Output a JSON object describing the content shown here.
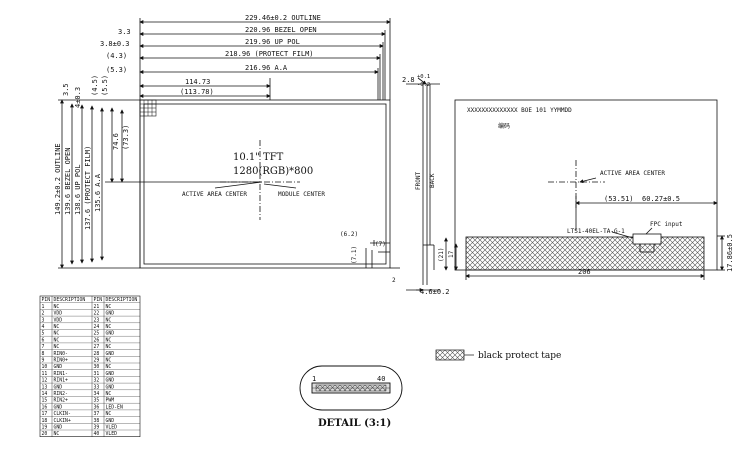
{
  "front_view": {
    "dims_top": [
      "229.46±0.2 OUTLINE",
      "220.96 BEZEL OPEN",
      "219.96 UP POL",
      "218.96 (PROTECT FILM)",
      "216.96 A.A"
    ],
    "dims_left": [
      "3.3",
      "3.8±0.3",
      "(4.3)",
      "(5.3)"
    ],
    "dim_center_h": "114.73",
    "dim_center_h2": "(113.78)",
    "dims_left_vertical": [
      "149.2±0.2 OUTLINE",
      "139.6 BEZEL OPEN",
      "138.6 UP POL",
      "137.6 (PROTECT FILM)",
      "135.6 A.A"
    ],
    "dims_side_small": [
      "3.5",
      "4±0.3",
      "(4.5)",
      "(5.5)"
    ],
    "dim_center_v": "74.6",
    "dim_center_v2": "(73.3)",
    "model_line1": "10.1\" TFT",
    "model_line2": "1280(RGB)*800",
    "active_area_center": "ACTIVE AREA CENTER",
    "module_center": "MODULE CENTER",
    "dim_62": "(6.2)",
    "dim_7": "(7)",
    "dim_71": "(7.1)",
    "dim_2": "2"
  },
  "side_view": {
    "dim_top": "2.8",
    "dim_top_tol_plus": "+0.1",
    "dim_top_tol_minus": "-0.2",
    "label_front": "FRONT",
    "label_back": "BACK",
    "dim_bottom": "4.6±0.2"
  },
  "back_view": {
    "label_code": "XXXXXXXXXXXXXX BOE 101 YYMMDD",
    "label_sub": "编码",
    "active_area_center": "ACTIVE AREA CENTER",
    "dim_5351": "(53.51)",
    "dim_6027": "60.27±0.5",
    "connector_label": "LTS1-40EL-TA-G-1",
    "fpc_label": "FPC input",
    "dim_21": "(21)",
    "dim_17": "17",
    "dim_206": "206",
    "dim_1786": "17.86±0.5"
  },
  "pin_table": {
    "headers": [
      "PIN",
      "DESCRIPTION",
      "PIN",
      "DESCRIPTION"
    ],
    "rows": [
      [
        "1",
        "NC",
        "21",
        "NC"
      ],
      [
        "2",
        "VDD",
        "22",
        "GND"
      ],
      [
        "3",
        "VDD",
        "23",
        "NC"
      ],
      [
        "4",
        "NC",
        "24",
        "NC"
      ],
      [
        "5",
        "NC",
        "25",
        "GND"
      ],
      [
        "6",
        "NC",
        "26",
        "NC"
      ],
      [
        "7",
        "NC",
        "27",
        "NC"
      ],
      [
        "8",
        "RIN0-",
        "28",
        "GND"
      ],
      [
        "9",
        "RIN0+",
        "29",
        "NC"
      ],
      [
        "10",
        "GND",
        "30",
        "NC"
      ],
      [
        "11",
        "RIN1-",
        "31",
        "GND"
      ],
      [
        "12",
        "RIN1+",
        "32",
        "GND"
      ],
      [
        "13",
        "GND",
        "33",
        "GND"
      ],
      [
        "14",
        "RIN2-",
        "34",
        "NC"
      ],
      [
        "15",
        "RIN2+",
        "35",
        "PWM"
      ],
      [
        "16",
        "GND",
        "36",
        "LED-EN"
      ],
      [
        "17",
        "CLKIN-",
        "37",
        "NC"
      ],
      [
        "18",
        "CLKIN+",
        "38",
        "GND"
      ],
      [
        "19",
        "GND",
        "39",
        "VLED"
      ],
      [
        "20",
        "NC",
        "40",
        "VLED"
      ]
    ]
  },
  "detail": {
    "pin_first": "1",
    "pin_last": "40",
    "caption": "DETAIL (3:1)"
  },
  "legend": {
    "label": "black protect tape"
  }
}
